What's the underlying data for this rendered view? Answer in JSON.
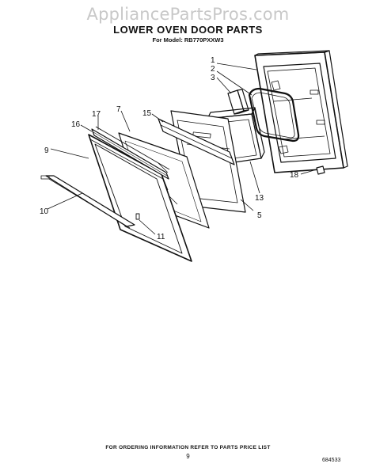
{
  "watermark": "AppliancePartsPros.com",
  "title": "LOWER OVEN DOOR PARTS",
  "model_line": "For Model: RB770PXXW3",
  "footer_text": "FOR ORDERING INFORMATION REFER TO PARTS PRICE LIST",
  "page_number": "9",
  "diagram_code": "684533",
  "callouts": {
    "c1": "1",
    "c2": "2",
    "c3": "3",
    "c5": "5",
    "c7": "7",
    "c9": "9",
    "c10": "10",
    "c11": "11",
    "c13": "13",
    "c15": "15",
    "c16": "16",
    "c17": "17",
    "c18": "18"
  }
}
